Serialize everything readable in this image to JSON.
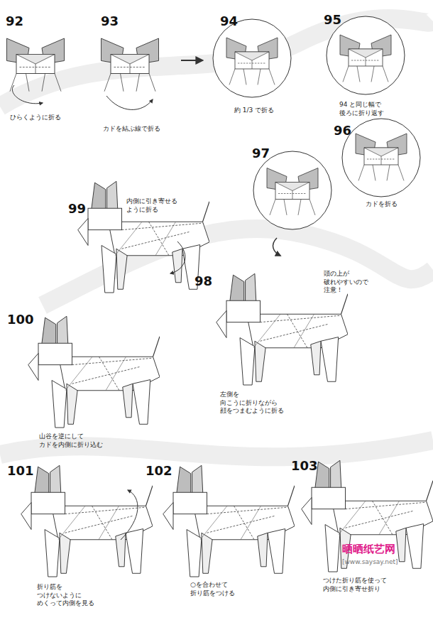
{
  "diagram": {
    "labels": [
      "92",
      "ひらくように折る",
      "93",
      "カドを結ぶ線で折る",
      "94",
      "約 1/3 で折る",
      "95",
      "94 と同じ幅で 後ろに折り返す",
      "96",
      "カドを折る",
      "97",
      "99",
      "内側に引き寄せる ように折る",
      "98",
      "頭の上が 破れやすいので 注意！",
      "左側を 向こうに折りながら 顔をつまむように折る",
      "100",
      "山谷を逆にして カドを内側に折り込む",
      "101",
      "折り筋を つけないように めくって内側を見る",
      "102",
      "○を合わせて 折り筋をつける",
      "103",
      "晒晒纸艺网",
      "[www.saysay.net]",
      "つけた折り筋を使って 内側に引き寄せ折り"
    ]
  }
}
